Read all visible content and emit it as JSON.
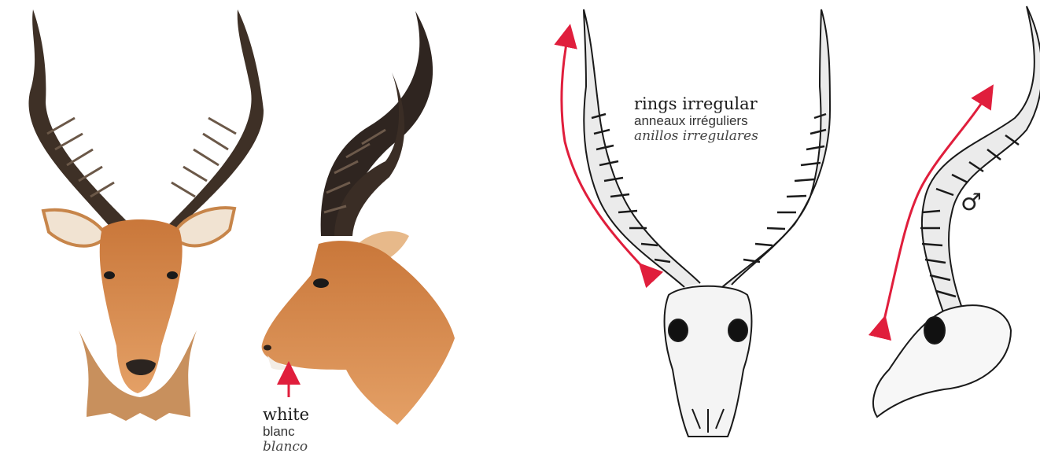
{
  "labels": {
    "muzzle": {
      "en": "white",
      "fr": "blanc",
      "es": "blanco"
    },
    "horn_rings": {
      "en": "rings irregular",
      "fr": "anneaux irréguliers",
      "es": "anillos irregulares"
    },
    "sex_symbol": "♂"
  },
  "colors": {
    "arrow": "#e01e3c",
    "coat": "#d98a4a",
    "horn": "#3a2c22"
  }
}
